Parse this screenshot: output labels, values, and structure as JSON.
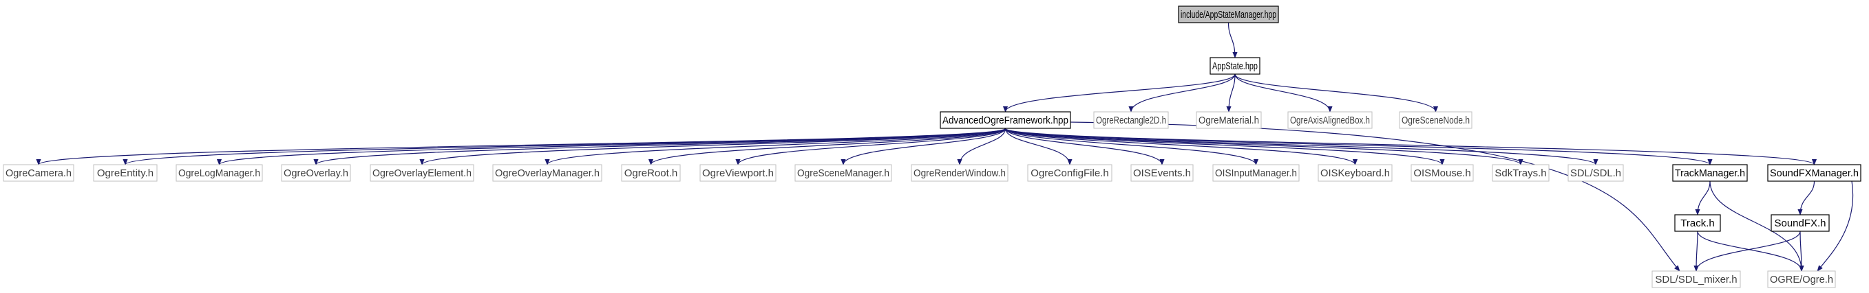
{
  "diagram": {
    "type": "include-dependency-graph",
    "colors": {
      "edge": "#191970",
      "focus_fill": "#bfbfbf",
      "node_fill": "#ffffff",
      "node_border": "#000000",
      "leaf_border": "#bfbfbf"
    },
    "nodes": [
      {
        "id": "appstatemanager",
        "label": "include/AppStateManager.hpp",
        "style": "focus"
      },
      {
        "id": "appstate",
        "label": "AppState.hpp",
        "style": "normal"
      },
      {
        "id": "framework",
        "label": "AdvancedOgreFramework.hpp",
        "style": "normal"
      },
      {
        "id": "ogrerectangle2d",
        "label": "OgreRectangle2D.h",
        "style": "leaf"
      },
      {
        "id": "ogrematerial",
        "label": "OgreMaterial.h",
        "style": "leaf"
      },
      {
        "id": "ogreaxisalignedbox",
        "label": "OgreAxisAlignedBox.h",
        "style": "leaf"
      },
      {
        "id": "ogrescenenode",
        "label": "OgreSceneNode.h",
        "style": "leaf"
      },
      {
        "id": "ogrecamera",
        "label": "OgreCamera.h",
        "style": "leaf"
      },
      {
        "id": "ogreentity",
        "label": "OgreEntity.h",
        "style": "leaf"
      },
      {
        "id": "ogrelogmanager",
        "label": "OgreLogManager.h",
        "style": "leaf"
      },
      {
        "id": "ogreoverlay",
        "label": "OgreOverlay.h",
        "style": "leaf"
      },
      {
        "id": "ogreoverlayelement",
        "label": "OgreOverlayElement.h",
        "style": "leaf"
      },
      {
        "id": "ogreoverlaymanager",
        "label": "OgreOverlayManager.h",
        "style": "leaf"
      },
      {
        "id": "ogreroot",
        "label": "OgreRoot.h",
        "style": "leaf"
      },
      {
        "id": "ogreviewport",
        "label": "OgreViewport.h",
        "style": "leaf"
      },
      {
        "id": "ogrescenemanager",
        "label": "OgreSceneManager.h",
        "style": "leaf"
      },
      {
        "id": "ogrerenderwindow",
        "label": "OgreRenderWindow.h",
        "style": "leaf"
      },
      {
        "id": "ogreconfigfile",
        "label": "OgreConfigFile.h",
        "style": "leaf"
      },
      {
        "id": "oisevents",
        "label": "OISEvents.h",
        "style": "leaf"
      },
      {
        "id": "oisinputmanager",
        "label": "OISInputManager.h",
        "style": "leaf"
      },
      {
        "id": "oiskeyboard",
        "label": "OISKeyboard.h",
        "style": "leaf"
      },
      {
        "id": "oismouse",
        "label": "OISMouse.h",
        "style": "leaf"
      },
      {
        "id": "sdktrays",
        "label": "SdkTrays.h",
        "style": "leaf"
      },
      {
        "id": "sdl",
        "label": "SDL/SDL.h",
        "style": "leaf"
      },
      {
        "id": "trackmanager",
        "label": "TrackManager.h",
        "style": "normal"
      },
      {
        "id": "soundfxmanager",
        "label": "SoundFXManager.h",
        "style": "normal"
      },
      {
        "id": "track",
        "label": "Track.h",
        "style": "normal"
      },
      {
        "id": "soundfx",
        "label": "SoundFX.h",
        "style": "normal"
      },
      {
        "id": "sdlmixer",
        "label": "SDL/SDL_mixer.h",
        "style": "leaf"
      },
      {
        "id": "ogre",
        "label": "OGRE/Ogre.h",
        "style": "leaf"
      }
    ],
    "edges": [
      {
        "from": "appstatemanager",
        "to": "appstate"
      },
      {
        "from": "appstate",
        "to": "framework"
      },
      {
        "from": "appstate",
        "to": "ogrerectangle2d"
      },
      {
        "from": "appstate",
        "to": "ogrematerial"
      },
      {
        "from": "appstate",
        "to": "ogreaxisalignedbox"
      },
      {
        "from": "appstate",
        "to": "ogrescenenode"
      },
      {
        "from": "framework",
        "to": "ogrecamera"
      },
      {
        "from": "framework",
        "to": "ogreentity"
      },
      {
        "from": "framework",
        "to": "ogrelogmanager"
      },
      {
        "from": "framework",
        "to": "ogreoverlay"
      },
      {
        "from": "framework",
        "to": "ogreoverlayelement"
      },
      {
        "from": "framework",
        "to": "ogreoverlaymanager"
      },
      {
        "from": "framework",
        "to": "ogreroot"
      },
      {
        "from": "framework",
        "to": "ogreviewport"
      },
      {
        "from": "framework",
        "to": "ogrescenemanager"
      },
      {
        "from": "framework",
        "to": "ogrerenderwindow"
      },
      {
        "from": "framework",
        "to": "ogreconfigfile"
      },
      {
        "from": "framework",
        "to": "oisevents"
      },
      {
        "from": "framework",
        "to": "oisinputmanager"
      },
      {
        "from": "framework",
        "to": "oiskeyboard"
      },
      {
        "from": "framework",
        "to": "oismouse"
      },
      {
        "from": "framework",
        "to": "sdktrays"
      },
      {
        "from": "framework",
        "to": "sdl"
      },
      {
        "from": "framework",
        "to": "trackmanager"
      },
      {
        "from": "framework",
        "to": "soundfxmanager"
      },
      {
        "from": "framework",
        "to": "sdlmixer"
      },
      {
        "from": "trackmanager",
        "to": "track"
      },
      {
        "from": "trackmanager",
        "to": "ogre"
      },
      {
        "from": "soundfxmanager",
        "to": "soundfx"
      },
      {
        "from": "soundfxmanager",
        "to": "ogre"
      },
      {
        "from": "track",
        "to": "sdlmixer"
      },
      {
        "from": "track",
        "to": "ogre"
      },
      {
        "from": "soundfx",
        "to": "sdlmixer"
      },
      {
        "from": "soundfx",
        "to": "ogre"
      }
    ]
  }
}
